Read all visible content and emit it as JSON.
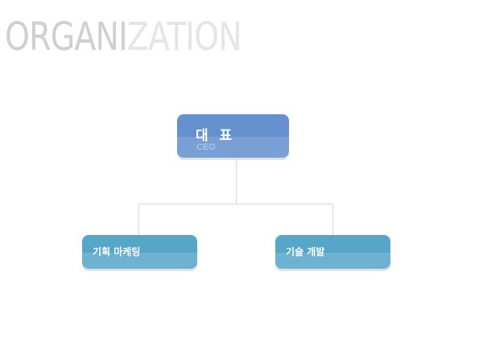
{
  "heading": {
    "strong": "ORGANI",
    "light": "ZATION"
  },
  "chart": {
    "root": {
      "title": "대 표",
      "subtitle": "CEO"
    },
    "children": [
      {
        "label": "기획 마케팅"
      },
      {
        "label": "기술 개발"
      }
    ]
  },
  "colors": {
    "root_box": "#6590cf",
    "child_box": "#56a6c9",
    "connector": "#d6d6d6",
    "heading_strong": "#cfcfcf",
    "heading_light": "#e5e5e5"
  }
}
